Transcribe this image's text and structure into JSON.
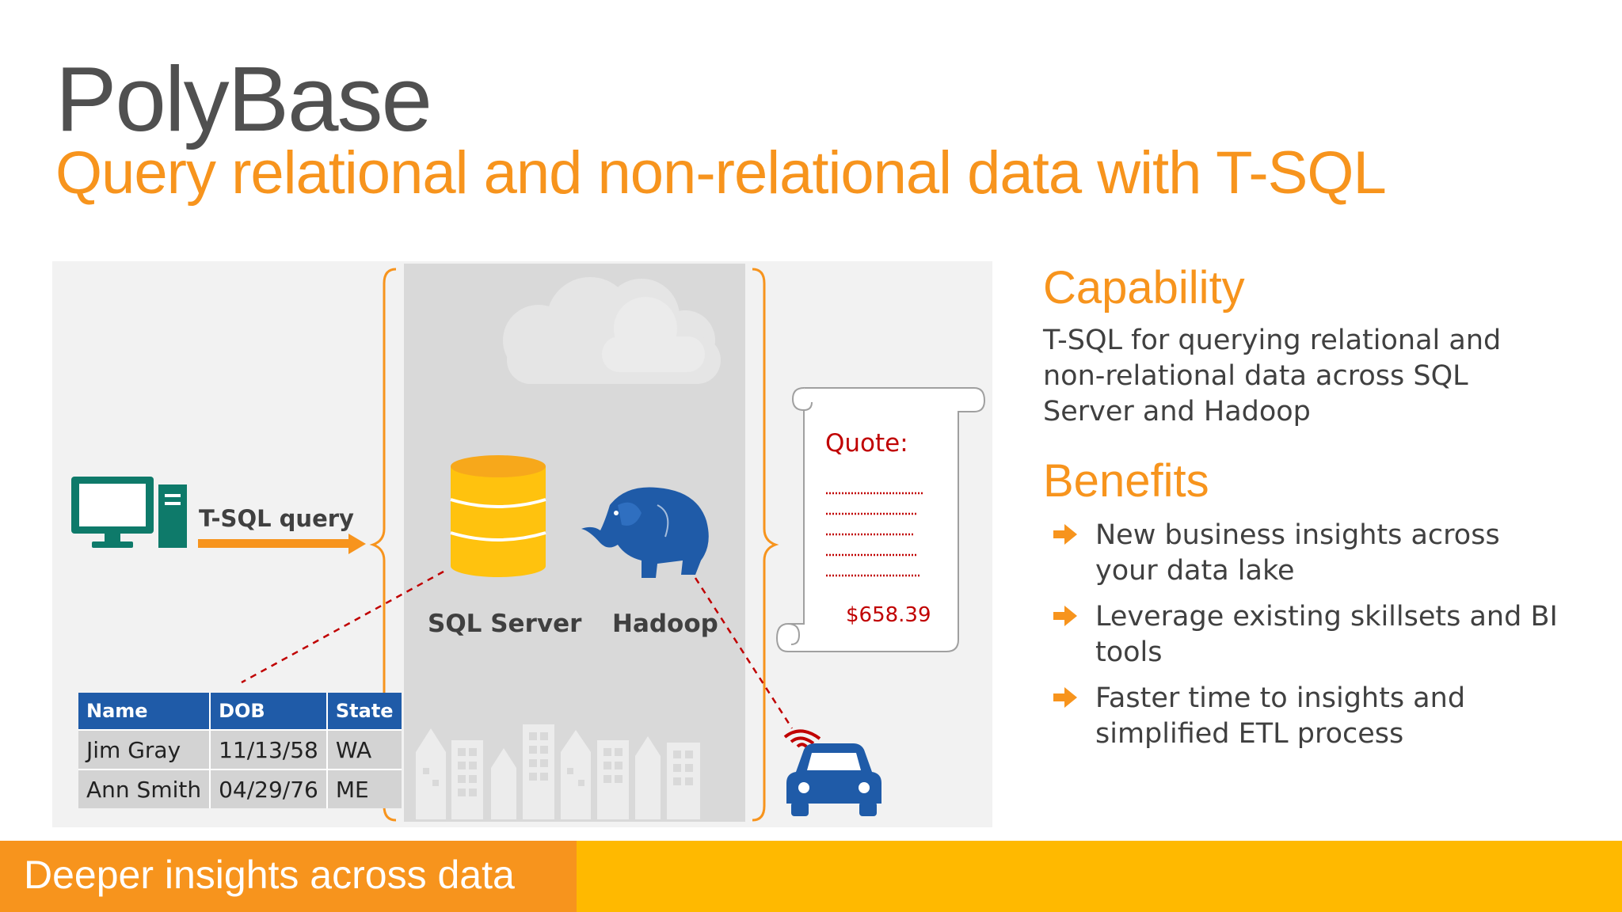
{
  "title": "PolyBase",
  "subtitle": "Query relational and non-relational data with T-SQL",
  "diagram": {
    "tsql_label": "T-SQL query",
    "sql_server_label": "SQL Server",
    "hadoop_label": "Hadoop",
    "quote_label": "Quote:",
    "quote_amount": "$658.39",
    "table": {
      "headers": [
        "Name",
        "DOB",
        "State"
      ],
      "rows": [
        [
          "Jim Gray",
          "11/13/58",
          "WA"
        ],
        [
          "Ann Smith",
          "04/29/76",
          "ME"
        ]
      ]
    },
    "icons": [
      "computer-icon",
      "cloud-icon",
      "database-icon",
      "hadoop-elephant-icon",
      "scroll-icon",
      "city-icon",
      "car-icon",
      "wifi-signal-icon"
    ]
  },
  "capability": {
    "heading": "Capability",
    "text": "T-SQL for querying relational and non-relational data across SQL Server and Hadoop"
  },
  "benefits": {
    "heading": "Benefits",
    "items": [
      "New business insights across your data lake",
      "Leverage existing skillsets and BI tools",
      "Faster time to insights and simplified ETL process"
    ]
  },
  "footer": {
    "text": "Deeper insights across data"
  },
  "colors": {
    "accent_orange": "#f7941d",
    "footer_yellow": "#ffb900",
    "table_header_blue": "#1f5ba8",
    "computer_teal": "#0e7a6a",
    "database_yellow": "#ffc20e",
    "hadoop_blue": "#1f5ba8",
    "car_blue": "#1f5ba8",
    "quote_red": "#c00000"
  }
}
